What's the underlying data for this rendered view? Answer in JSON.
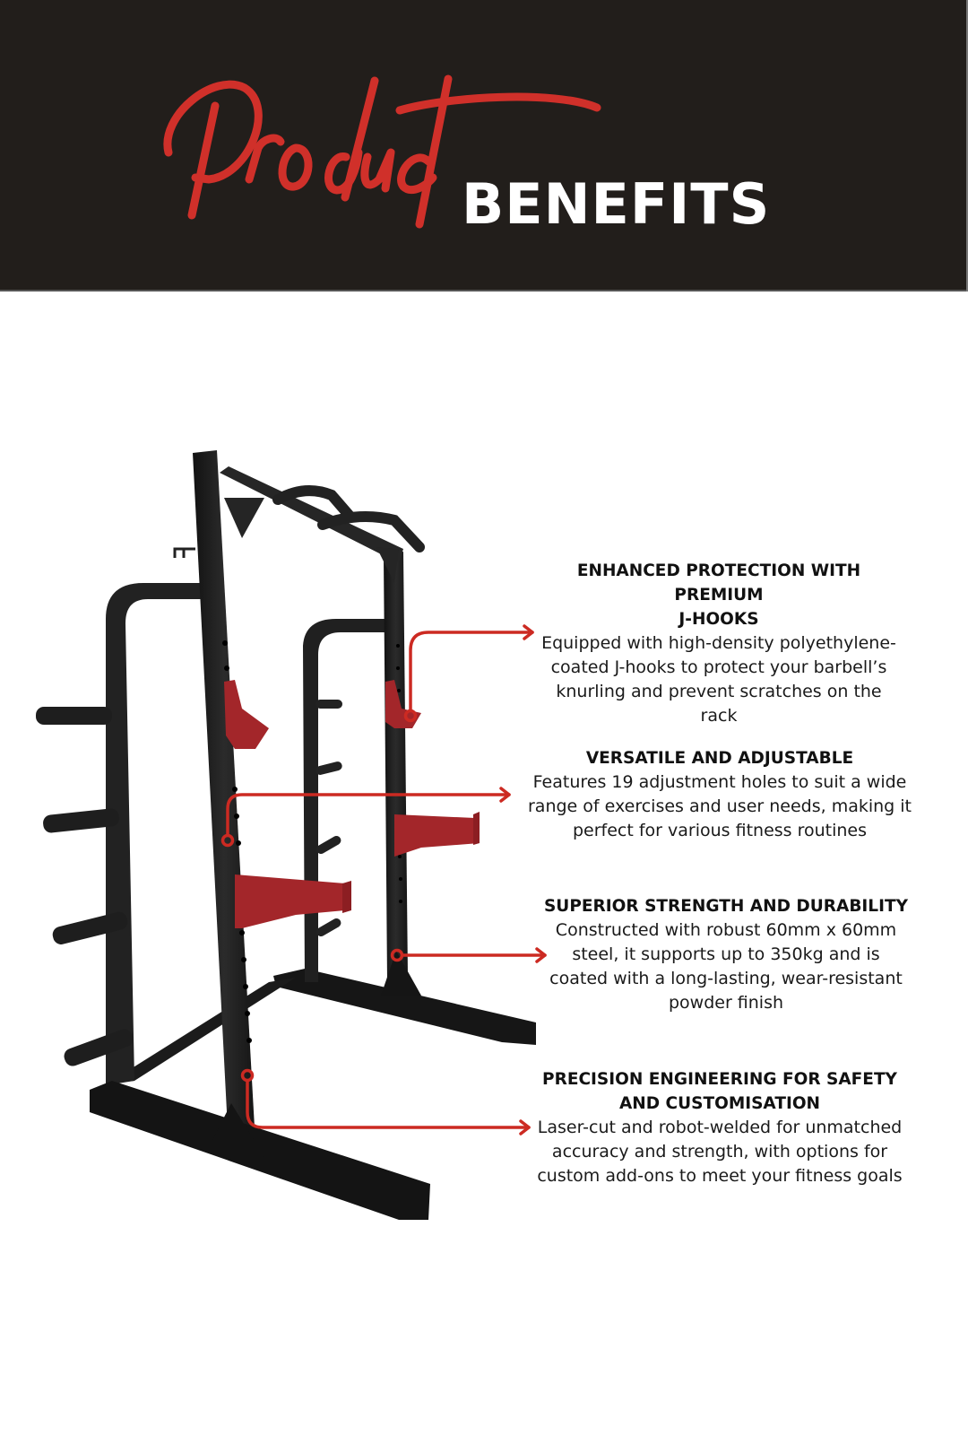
{
  "header": {
    "script_title": "Product",
    "bold_title": "BENEFITS",
    "background_color": "#221e1b",
    "script_color": "#d0302a",
    "bold_color": "#ffffff"
  },
  "product_image": {
    "subject": "half-rack with red J-hooks and spotter arms",
    "frame_color": "#1c1c1c",
    "accent_color": "#a52a2a"
  },
  "callout_color": "#cc2a22",
  "benefits": [
    {
      "title": "ENHANCED PROTECTION WITH PREMIUM J-HOOKS",
      "title_lines": [
        "ENHANCED PROTECTION WITH PREMIUM",
        "J-HOOKS"
      ],
      "description_lines": [
        "Equipped with high-density polyethylene-",
        "coated J-hooks to protect your barbell’s",
        "knurling and prevent scratches on the",
        "rack"
      ]
    },
    {
      "title": "VERSATILE AND ADJUSTABLE",
      "title_lines": [
        "VERSATILE AND ADJUSTABLE"
      ],
      "description_lines": [
        "Features 19 adjustment holes to suit a wide",
        "range of exercises and user needs, making it",
        "perfect for various fitness routines"
      ]
    },
    {
      "title": "SUPERIOR STRENGTH AND DURABILITY",
      "title_lines": [
        "SUPERIOR STRENGTH AND DURABILITY"
      ],
      "description_lines": [
        "Constructed with robust 60mm x 60mm",
        "steel, it supports up to 350kg and is",
        "coated with a long-lasting, wear-resistant",
        "powder finish"
      ]
    },
    {
      "title": "PRECISION ENGINEERING FOR SAFETY AND CUSTOMISATION",
      "title_lines": [
        "PRECISION ENGINEERING FOR SAFETY",
        "AND CUSTOMISATION"
      ],
      "description_lines": [
        "Laser-cut and robot-welded for unmatched",
        "accuracy and strength, with options for",
        "custom add-ons to meet your fitness goals"
      ]
    }
  ]
}
